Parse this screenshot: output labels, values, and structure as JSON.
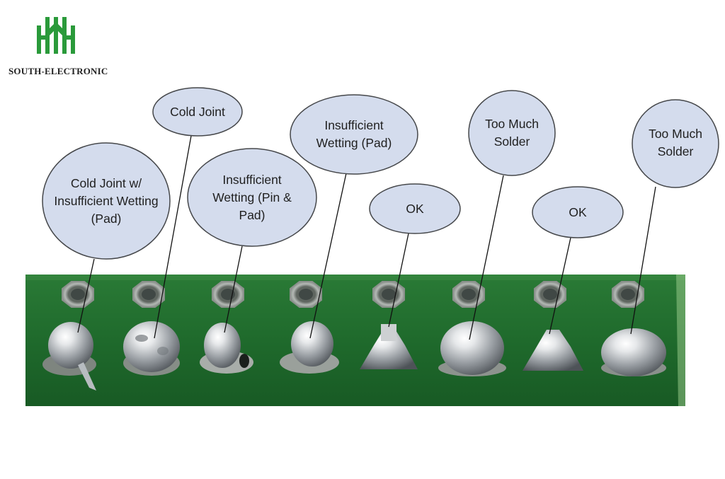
{
  "brand": {
    "name": "SOUTH-ELECTRONIC",
    "logo_color": "#2a9a3a"
  },
  "colors": {
    "bubble_fill": "#d4dced",
    "bubble_stroke": "#45474a",
    "board_green": "#1c6a2c"
  },
  "annotations": [
    {
      "label": "Cold Joint w/ Insufficient Wetting (Pad)"
    },
    {
      "label": "Cold Joint"
    },
    {
      "label": "Insufficient Wetting (Pin & Pad)"
    },
    {
      "label": "Insufficient Wetting (Pad)"
    },
    {
      "label": "OK"
    },
    {
      "label": "Too Much Solder"
    },
    {
      "label": "OK"
    },
    {
      "label": "Too Much Solder"
    }
  ]
}
